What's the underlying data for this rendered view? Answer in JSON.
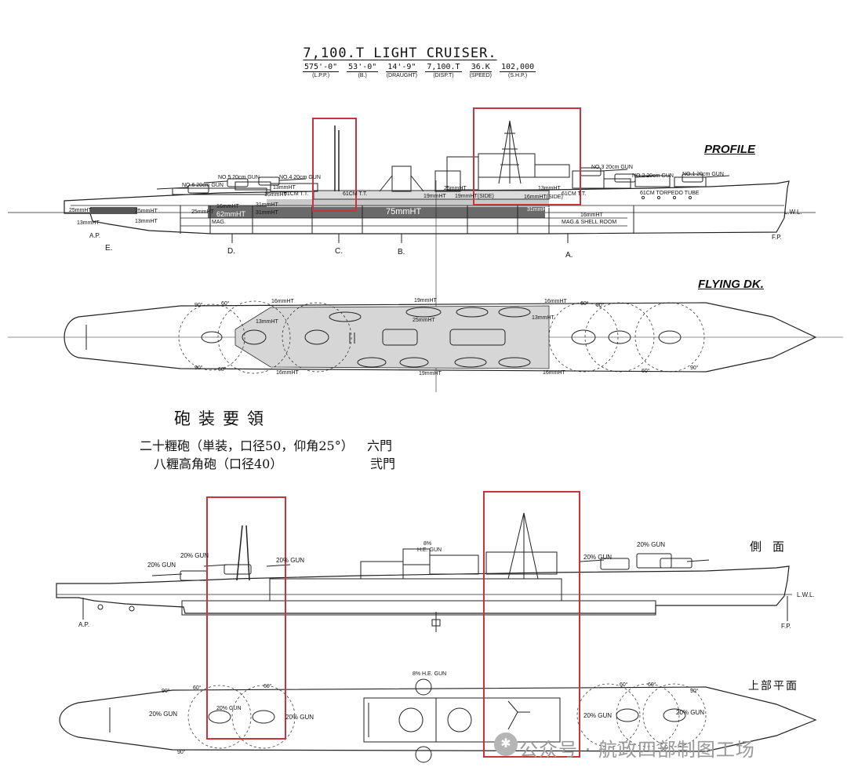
{
  "title": "7,100.T LIGHT CRUISER.",
  "specs": [
    {
      "value": "575'-0\"",
      "label": "(L.P.P.)"
    },
    {
      "value": "53'-0\"",
      "label": "(B.)"
    },
    {
      "value": "14'-9\"",
      "label": "(DRAUGHT)"
    },
    {
      "value": "7,100.T",
      "label": "(DISP.T)"
    },
    {
      "value": "36.K",
      "label": "(SPEED)"
    },
    {
      "value": "102,000",
      "label": "(S.H.P.)"
    }
  ],
  "profile": {
    "label": "PROFILE",
    "guns": [
      "NO.6 20cm GUN",
      "NO.5 20cm GUN",
      "NO.4 20cm GUN",
      "NO.3 20cm GUN",
      "NO.2 20cm GUN",
      "NO.1 20cm GUN"
    ],
    "torpedo_left": "61CM T.T.",
    "torpedo_mid": "61CM T.T.",
    "torpedo_right": "61CM T.T.",
    "torpedo_tube": "61CM TORPEDO TUBE",
    "armor": {
      "a25_left": "25mmHT",
      "a25_mid": "25mmHT",
      "a25_deck": "25mmHT",
      "a13_low": "13mmHT",
      "a13_mid": "13mmHT",
      "a13_top": "13mmHT",
      "a13_right": "13mmHT",
      "a16": "16mmHT",
      "a16_side": "16mmHT(SIDE)",
      "a16_low": "16mmHT",
      "a16_up": "16mmHT",
      "a19": "19mmHT",
      "a19_side": "19mmHT(SIDE)",
      "a31": "31mmHT",
      "a31_r": "31mmHT",
      "a31_b": "31mmHT",
      "a62": "62mmHT",
      "a75": "75mmHT"
    },
    "mag": "MAG.",
    "mag_shell": "MAG.& SHELL ROOM",
    "lwl": "L.W.L.",
    "ap": "A.P.",
    "fp": "F.P.",
    "stations": [
      "E.",
      "D.",
      "C.",
      "B.",
      "A."
    ]
  },
  "flying_deck": {
    "label": "FLYING DK.",
    "a16_tl": "16mmHT",
    "a16_tr": "16mmHT",
    "a16_bl": "16mmHT",
    "a16_br": "16mmHT",
    "a13_l": "13mmHT",
    "a13_r": "13mmHT",
    "a19_t": "19mmHT",
    "a19_b": "19mmHT",
    "a25": "25mmHT",
    "deg60": "60°",
    "deg90": "90°"
  },
  "armament": {
    "heading": "砲装要領",
    "line1_main": "二十糎砲（単装，口径50，仰角25°）",
    "line1_count": "六門",
    "line2_main": "八糎高角砲（口径40）",
    "line2_count": "弐門"
  },
  "sketch_side": {
    "label": "側面",
    "gun_a": "20% GUN",
    "gun_b": "20% GUN",
    "gun_c": "20% GUN",
    "gun_d": "20% GUN",
    "gun_e": "20% GUN",
    "he_head": "8%",
    "he_gun": "H.E. GUN",
    "lwl": "L.W.L.",
    "ap": "A.P.",
    "fp": "F.P."
  },
  "sketch_top": {
    "label": "上部平面",
    "he_gun": "8% H.E. GUN",
    "gun_1": "20% GUN",
    "gun_2": "20% GUN",
    "gun_3": "20% GUN",
    "gun_4": "20% GUN",
    "gun_5": "20% GUN",
    "deg60": "60°",
    "deg90": "90°"
  },
  "watermark": "公众号 · 航政四部制图工场"
}
